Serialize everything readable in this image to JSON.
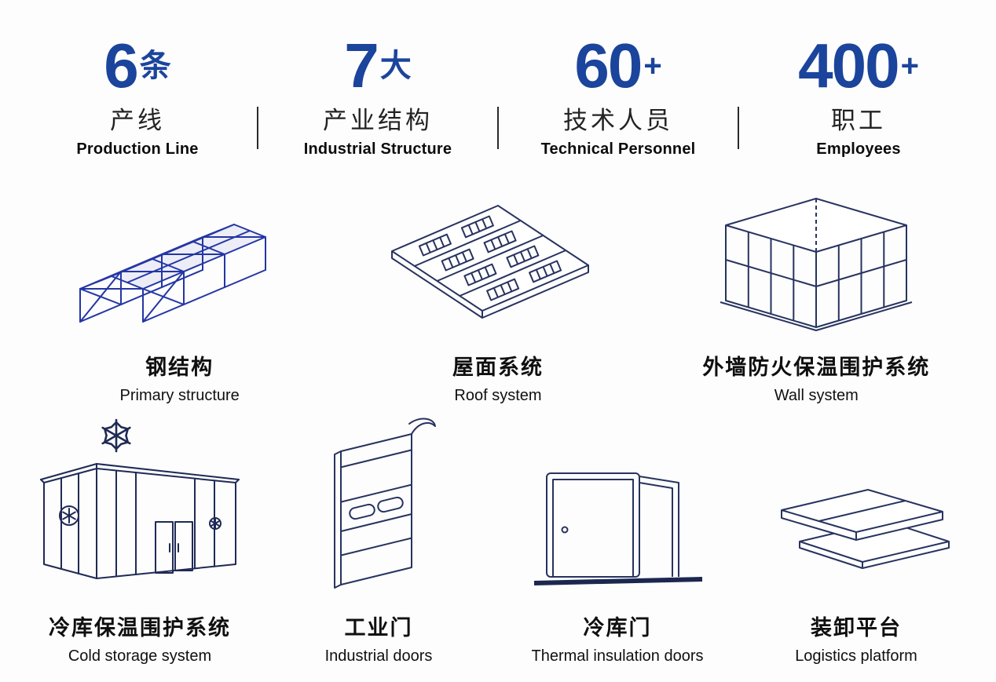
{
  "stats": {
    "items": [
      {
        "value": "6",
        "unit": "条",
        "zh": "产线",
        "en": "Production Line"
      },
      {
        "value": "7",
        "unit": "大",
        "zh": "产业结构",
        "en": "Industrial Structure"
      },
      {
        "value": "60",
        "unit": "+",
        "zh": "技术人员",
        "en": "Technical Personnel"
      },
      {
        "value": "400",
        "unit": "+",
        "zh": "职工",
        "en": "Employees"
      }
    ]
  },
  "products": {
    "row1": [
      {
        "zh": "钢结构",
        "en": "Primary structure"
      },
      {
        "zh": "屋面系统",
        "en": "Roof system"
      },
      {
        "zh": "外墙防火保温围护系统",
        "en": "Wall system"
      }
    ],
    "row2": [
      {
        "zh": "冷库保温围护系统",
        "en": "Cold storage system"
      },
      {
        "zh": "工业门",
        "en": "Industrial doors"
      },
      {
        "zh": "冷库门",
        "en": "Thermal insulation doors"
      },
      {
        "zh": "装卸平台",
        "en": "Logistics platform"
      }
    ]
  },
  "icons": {
    "snowflake": "❄"
  },
  "colors": {
    "accent_blue": "#1b449c",
    "steel_blue": "#2436a4",
    "line_navy": "#27335f",
    "divider_dark": "#2a2a2a",
    "background": "#fdfdfd"
  }
}
